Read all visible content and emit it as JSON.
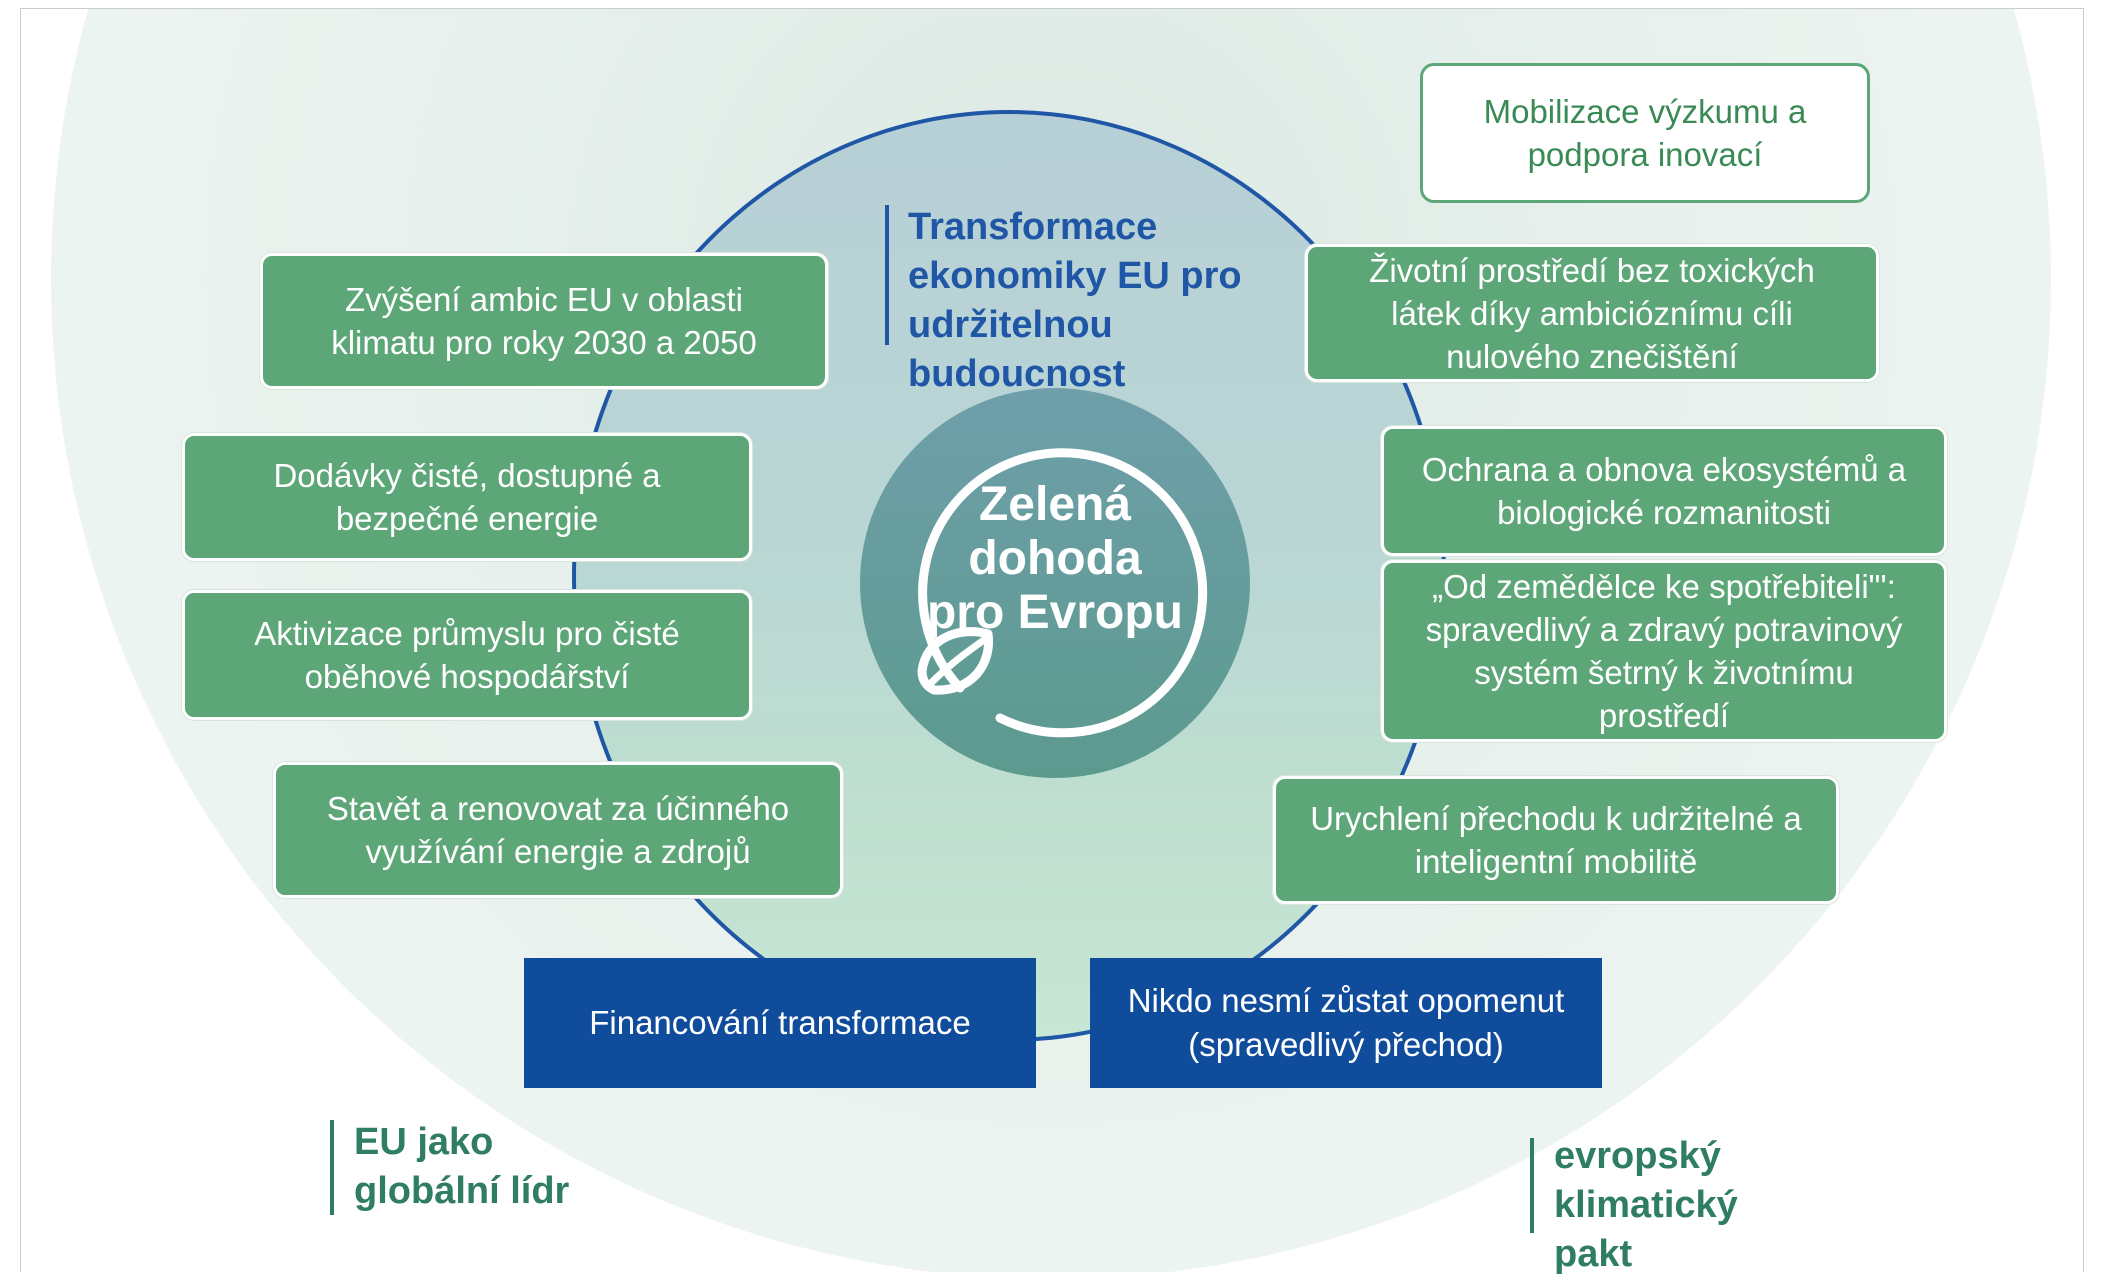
{
  "center": {
    "title": "Zelená\ndohoda\npro Evropu"
  },
  "headings": {
    "transformation": "Transformace\nekonomiky EU pro\nudržitelnou\nbudoucnost",
    "global_leader": "EU jako\nglobální lídr",
    "climate_pact": "evropský\nklimatický\npakt"
  },
  "left_boxes": [
    "Zvýšení ambic EU v oblasti\nklimatu pro roky 2030 a 2050",
    "Dodávky čisté, dostupné a\nbezpečné energie",
    "Aktivizace průmyslu pro čisté\noběhové hospodářství",
    "Stavět a renovovat za účinného\nvyužívání energie a zdrojů"
  ],
  "right_boxes": [
    "Životní prostředí bez toxických\nlátek díky ambicióznímu cíli\nnulového znečištění",
    "Ochrana a obnova ekosystémů a\nbiologické rozmanitosti",
    "„Od zemědělce ke spotřebiteli\"':\nspravedlivý a zdravý potravinový\nsystém šetrný k životnímu\nprostředí",
    "Urychlení přechodu k udržitelné a\ninteligentní mobilitě"
  ],
  "research_box": "Mobilizace výzkumu a\npodpora inovací",
  "bottom_boxes": {
    "financing": "Financování transformace",
    "just_transition": "Nikdo nesmí zůstat opomenut\n(spravedlivý přechod)"
  },
  "colors": {
    "green": "#5da678",
    "dark_blue": "#0f4c9c",
    "heading_blue": "#1f56a6",
    "heading_green": "#2f7d64"
  },
  "icons": [
    "leaf-icon"
  ]
}
